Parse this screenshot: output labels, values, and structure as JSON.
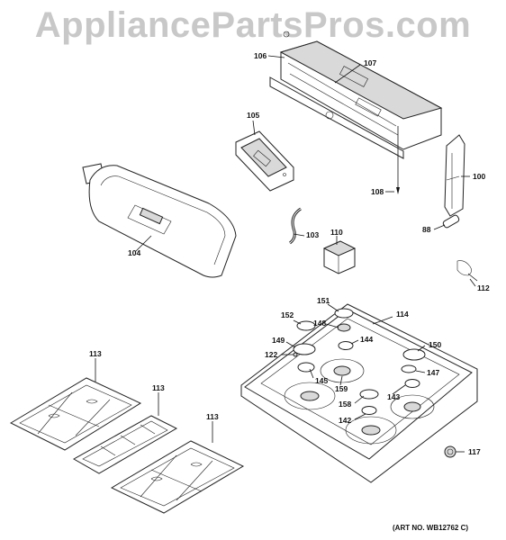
{
  "watermark": "AppliancePartsPros.com",
  "art_number": "(ART NO. WB12762 C)",
  "callouts": {
    "p106": "106",
    "p107": "107",
    "p105": "105",
    "p100": "100",
    "p108": "108",
    "p88": "88",
    "p104": "104",
    "p103": "103",
    "p110": "110",
    "p112": "112",
    "p151": "151",
    "p152": "152",
    "p114": "114",
    "p148": "148",
    "p144": "144",
    "p149": "149",
    "p150": "150",
    "p122": "122",
    "p145": "145",
    "p147": "147",
    "p159": "159",
    "p143": "143",
    "p158": "158",
    "p142": "142",
    "p117": "117",
    "p113a": "113",
    "p113b": "113",
    "p113c": "113"
  }
}
